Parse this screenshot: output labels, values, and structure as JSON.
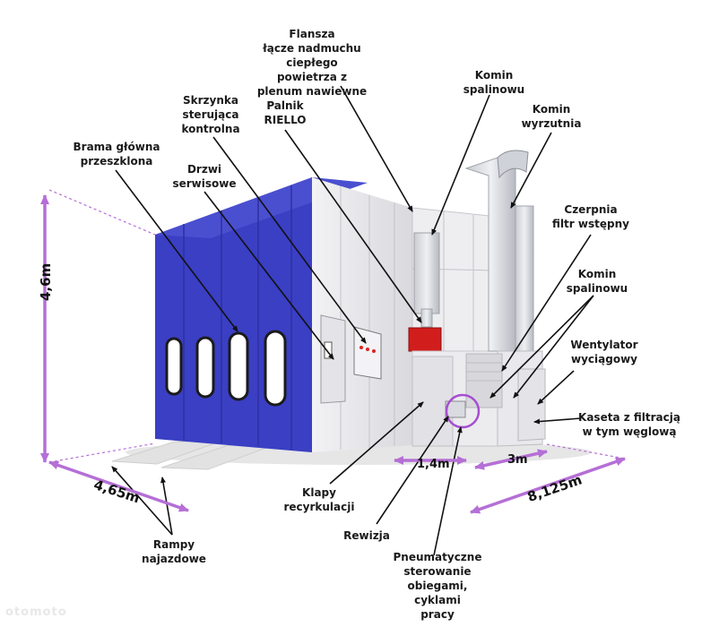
{
  "labels": {
    "flansza": "Flansza\nłącze nadmuchu\nciepłego powietrza z\nplenum nawiewne",
    "komin_spalinowu_top": "Komin\nspalinowu",
    "skrzynka": "Skrzynka\nsterująca\nkontrolna",
    "palnik": "Palnik\nRIELLO",
    "komin_wyrzutnia": "Komin\nwyrzutnia",
    "brama": "Brama główna\nprzeszklona",
    "drzwi": "Drzwi\nserwisowe",
    "czerpnia": "Czerpnia\nfiltr wstępny",
    "komin_spalinowu_mid": "Komin\nspalinowu",
    "wentylator": "Wentylator\nwyciągowy",
    "kaseta": "Kaseta z filtracją\nw tym węglową",
    "klapy": "Klapy\nrecyrkulacji",
    "rampy": "Rampy\nnajazdowe",
    "rewizja": "Rewizja",
    "pneumatyczne": "Pneumatyczne\nsterowanie\nobiegami, cyklami\npracy"
  },
  "dimensions": {
    "height": "4,6m",
    "width_front": "4,65m",
    "length": "8,125m",
    "depth_small": "1,4m",
    "depth_module": "3m"
  },
  "watermark": "otomoto",
  "colors": {
    "booth_blue": "#3a3fc4",
    "booth_wall": "#e9e9ec",
    "burner_red": "#d21d1d",
    "dimension_purple": "#b56fd6",
    "highlight_circle": "#a64fd0"
  }
}
